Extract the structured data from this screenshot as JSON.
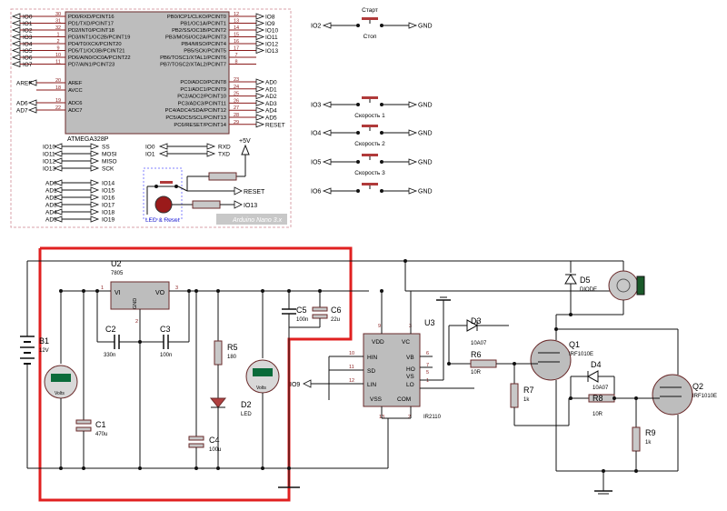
{
  "arduino": {
    "title": "ATMEGA328P",
    "board": "Arduino Nano 3.x",
    "led_reset": "LED & Reset",
    "plus5v": "+5V",
    "left_pins": [
      {
        "io": "IO0",
        "num": "30",
        "name": "PD0/RXD/PCINT16"
      },
      {
        "io": "IO1",
        "num": "31",
        "name": "PD1/TXD/PCINT17"
      },
      {
        "io": "IO2",
        "num": "32",
        "name": "PD2/INT0/PCINT18"
      },
      {
        "io": "IO3",
        "num": "1",
        "name": "PD3/INT1/OC2B/PCINT19"
      },
      {
        "io": "IO4",
        "num": "2",
        "name": "PD4/T0/XCK/PCINT20"
      },
      {
        "io": "IO5",
        "num": "9",
        "name": "PD5/T1/OC0B/PCINT21"
      },
      {
        "io": "IO6",
        "num": "10",
        "name": "PD6/AIN0/OC0A/PCINT22"
      },
      {
        "io": "IO7",
        "num": "11",
        "name": "PD7/AIN1/PCINT23"
      }
    ],
    "right_pins": [
      {
        "io": "IO8",
        "num": "12",
        "name": "PB0/ICP1/CLKO/PCINT0"
      },
      {
        "io": "IO9",
        "num": "13",
        "name": "PB1/OC1A/PCINT1"
      },
      {
        "io": "IO10",
        "num": "14",
        "name": "PB2/SS/OC1B/PCINT2"
      },
      {
        "io": "IO11",
        "num": "15",
        "name": "PB3/MOSI/OC2A/PCINT3"
      },
      {
        "io": "IO12",
        "num": "16",
        "name": "PB4/MISO/PCINT4"
      },
      {
        "io": "IO13",
        "num": "17",
        "name": "PB5/SCK/PCINT5"
      },
      {
        "io": "",
        "num": "7",
        "name": "PB6/TOSC1/XTAL1/PCINT6"
      },
      {
        "io": "",
        "num": "8",
        "name": "PB7/TOSC2/XTAL2/PCINT7"
      }
    ],
    "aref": [
      {
        "io": "AREF",
        "num": "20",
        "name": "AREF"
      },
      {
        "io": "",
        "num": "18",
        "name": "AVCC"
      },
      {
        "io": "AD6",
        "num": "19",
        "name": "ADC6"
      },
      {
        "io": "AD7",
        "num": "22",
        "name": "ADC7"
      }
    ],
    "adc_pins": [
      {
        "io": "AD0",
        "num": "23",
        "name": "PC0/ADC0/PCINT8"
      },
      {
        "io": "AD1",
        "num": "24",
        "name": "PC1/ADC1/PCINT9"
      },
      {
        "io": "AD2",
        "num": "25",
        "name": "PC2/ADC2/PCINT10"
      },
      {
        "io": "AD3",
        "num": "26",
        "name": "PC3/ADC3/PCINT11"
      },
      {
        "io": "AD4",
        "num": "27",
        "name": "PC4/ADC4/SDA/PCINT12"
      },
      {
        "io": "AD5",
        "num": "28",
        "name": "PC5/ADC5/SCL/PCINT13"
      },
      {
        "io": "RESET",
        "num": "29",
        "name": "PC6/RESET/PCINT14"
      }
    ],
    "spi_left": [
      "IO10",
      "IO11",
      "IO12",
      "IO13"
    ],
    "spi_right": [
      "SS",
      "MOSI",
      "MISO",
      "SCK"
    ],
    "uart_left": [
      "IO0",
      "IO1"
    ],
    "uart_right": [
      "RXD",
      "TXD"
    ],
    "ad_left": [
      "AD0",
      "AD1",
      "AD2",
      "AD3",
      "AD4",
      "AD5"
    ],
    "ad_right": [
      "IO14",
      "IO15",
      "IO16",
      "IO17",
      "IO18",
      "IO19"
    ],
    "reset_label": "RESET",
    "io13_label": "IO13"
  },
  "buttons": [
    {
      "left": "IO2",
      "right": "GND",
      "top": "Старт",
      "bottom": "Стоп"
    },
    {
      "left": "IO3",
      "right": "GND",
      "top": "",
      "bottom": "Скорость 1"
    },
    {
      "left": "IO4",
      "right": "GND",
      "top": "",
      "bottom": "Скорость 2"
    },
    {
      "left": "IO5",
      "right": "GND",
      "top": "",
      "bottom": "Скорость 3"
    },
    {
      "left": "IO6",
      "right": "GND",
      "top": "",
      "bottom": ""
    }
  ],
  "power": {
    "b1": {
      "ref": "B1",
      "value": "12V"
    },
    "u2": {
      "ref": "U2",
      "value": "7805",
      "vi": "VI",
      "vo": "VO",
      "gnd": "GND",
      "pin1": "1",
      "pin2": "2",
      "pin3": "3"
    },
    "c1": {
      "ref": "C1",
      "value": "470u"
    },
    "c2": {
      "ref": "C2",
      "value": "330n"
    },
    "c3": {
      "ref": "C3",
      "value": "100n"
    },
    "c4": {
      "ref": "C4",
      "value": "100u"
    },
    "c5": {
      "ref": "C5",
      "value": "100n"
    },
    "c6": {
      "ref": "C6",
      "value": "22u"
    },
    "r5": {
      "ref": "R5",
      "value": "180"
    },
    "d2": {
      "ref": "D2",
      "value": "LED"
    },
    "volts": "Volts"
  },
  "driver": {
    "u3": {
      "ref": "U3",
      "value": "IR2110",
      "pins_l": [
        "HIN",
        "SD",
        "LIN",
        "VSS"
      ],
      "pins_r": [
        "VC",
        "VB",
        "HO",
        "VS",
        "LO",
        "COM"
      ],
      "vdd": "VDD",
      "n_vdd": "9",
      "n_vc": "3",
      "n_hin": "10",
      "n_sd": "11",
      "n_lin": "12",
      "n_vss": "13",
      "n_vb": "6",
      "n_ho": "7",
      "n_vs": "5",
      "n_lo": "1",
      "n_com": "2"
    },
    "io9": "IO9",
    "d3": {
      "ref": "D3",
      "value": "10A07"
    },
    "d4": {
      "ref": "D4",
      "value": "10A07"
    },
    "d5": {
      "ref": "D5",
      "value": "DIODE"
    },
    "r6": {
      "ref": "R6",
      "value": "10R"
    },
    "r7": {
      "ref": "R7",
      "value": "1k"
    },
    "r8": {
      "ref": "R8",
      "value": "10R"
    },
    "r9": {
      "ref": "R9",
      "value": "1k"
    },
    "q1": {
      "ref": "Q1",
      "value": "IRF1010E"
    },
    "q2": {
      "ref": "Q2",
      "value": "IRF1010E"
    }
  }
}
